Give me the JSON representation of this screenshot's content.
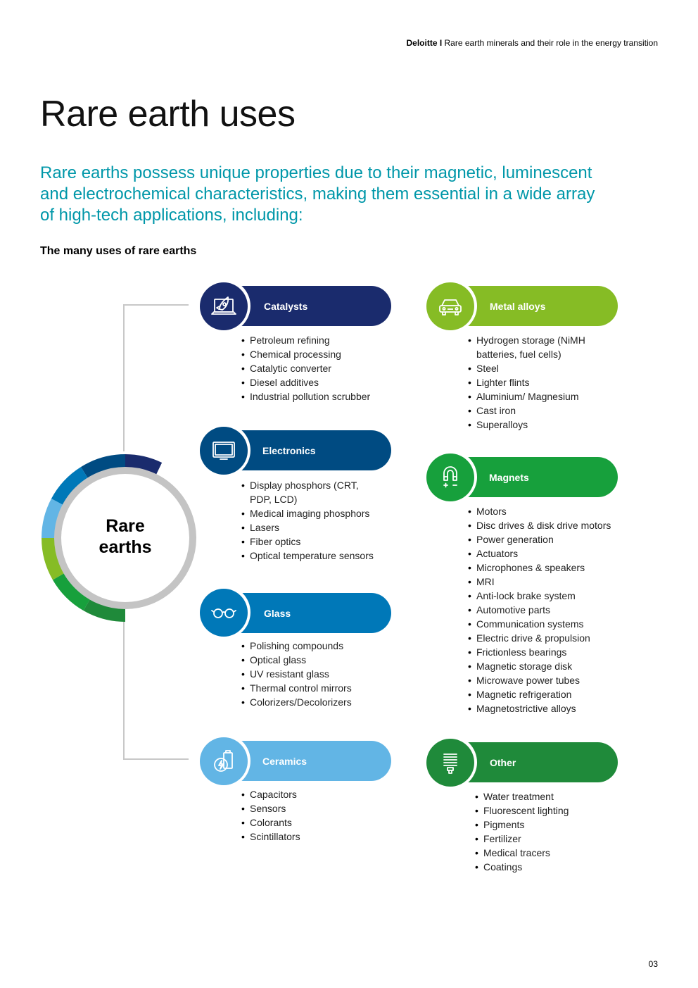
{
  "header": {
    "brand": "Deloitte I",
    "doc_title": "Rare earth minerals and their role in the energy transition"
  },
  "title": "Rare earth uses",
  "intro": "Rare earths possess unique properties due to their magnetic, luminescent and electrochemical characteristics, making them essential in a wide array of high-tech applications, including:",
  "figure_title": "The many uses of rare earths",
  "center": {
    "line1": "Rare",
    "line2": "earths"
  },
  "colors": {
    "catalysts": "#1a2b6d",
    "electronics": "#004b82",
    "glass": "#0078b8",
    "ceramics": "#62b5e5",
    "metal_alloys": "#86bc25",
    "magnets": "#17a03c",
    "other": "#1f8a3a",
    "intro_text": "#0097a9",
    "ring_gray": "#c4c4c4"
  },
  "categories": {
    "catalysts": {
      "label": "Catalysts",
      "icon": "rocket-laptop-icon",
      "items": [
        "Petroleum refining",
        "Chemical processing",
        "Catalytic converter",
        "Diesel additives",
        "Industrial pollution scrubber"
      ]
    },
    "electronics": {
      "label": "Electronics",
      "icon": "monitor-icon",
      "items": [
        "Display phosphors (CRT,\nPDP, LCD)",
        "Medical imaging phosphors",
        "Lasers",
        "Fiber optics",
        "Optical temperature sensors"
      ]
    },
    "glass": {
      "label": "Glass",
      "icon": "glasses-icon",
      "items": [
        "Polishing compounds",
        "Optical glass",
        "UV resistant glass",
        "Thermal control mirrors",
        "Colorizers/Decolorizers"
      ]
    },
    "ceramics": {
      "label": "Ceramics",
      "icon": "battery-bolt-icon",
      "items": [
        "Capacitors",
        "Sensors",
        "Colorants",
        "Scintillators"
      ]
    },
    "metal_alloys": {
      "label": "Metal alloys",
      "icon": "car-icon",
      "items": [
        "Hydrogen storage (NiMH\nbatteries, fuel cells)",
        "Steel",
        "Lighter flints",
        "Aluminium/ Magnesium",
        "Cast iron",
        "Superalloys"
      ]
    },
    "magnets": {
      "label": "Magnets",
      "icon": "magnet-icon",
      "items": [
        "Motors",
        "Disc drives & disk drive motors",
        "Power generation",
        "Actuators",
        "Microphones & speakers",
        "MRI",
        "Anti-lock brake system",
        "Automotive parts",
        "Communication systems",
        "Electric drive & propulsion",
        "Frictionless bearings",
        "Magnetic storage disk",
        "Microwave power tubes",
        "Magnetic refrigeration",
        "Magnetostrictive alloys"
      ]
    },
    "other": {
      "label": "Other",
      "icon": "lightbulb-icon",
      "items": [
        "Water treatment",
        "Fluorescent lighting",
        "Pigments",
        "Fertilizer",
        "Medical tracers",
        "Coatings"
      ]
    }
  },
  "page_number": "03"
}
